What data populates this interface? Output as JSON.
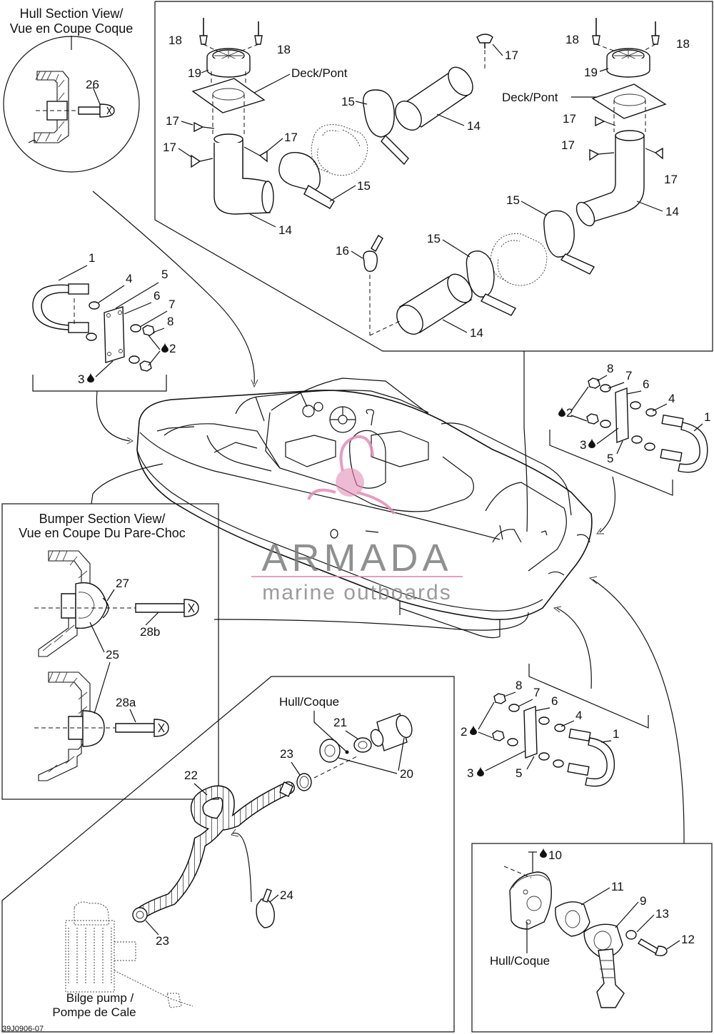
{
  "figure_code": "39J0906-07",
  "watermark": {
    "brand": "ARMADA",
    "tagline": "marine outboards",
    "color": "#e58bb6"
  },
  "views": {
    "hull_section": {
      "line1": "Hull Section View/",
      "line2": "Vue en Coupe Coque"
    },
    "bumper_section": {
      "line1": "Bumper Section View/",
      "line2": "Vue en Coupe Du Pare-Choc"
    }
  },
  "text_labels": {
    "deck_left": "Deck/Pont",
    "deck_right": "Deck/Pont",
    "hull_drain": "Hull/Coque",
    "hull_plug": "Hull/Coque",
    "bilge_line1": "Bilge pump /",
    "bilge_line2": "Pompe de Cale"
  },
  "callouts": {
    "c1a": "1",
    "c4a": "4",
    "c5a": "5",
    "c6a": "6",
    "c7a": "7",
    "c8a": "8",
    "c2a": "2",
    "c3a": "3",
    "c1b": "1",
    "c4b": "4",
    "c5b": "5",
    "c6b": "6",
    "c7b": "7",
    "c8b": "8",
    "c2b": "2",
    "c3b": "3",
    "c1c": "1",
    "c4c": "4",
    "c5c": "5",
    "c6c": "6",
    "c7c": "7",
    "c8c": "8",
    "c2c": "2",
    "c3c": "3",
    "c9": "9",
    "c10": "10",
    "c11": "11",
    "c12": "12",
    "c13": "13",
    "c14a": "14",
    "c14b": "14",
    "c14c": "14",
    "c14d": "14",
    "c15a": "15",
    "c15b": "15",
    "c15c": "15",
    "c15d": "15",
    "c16": "16",
    "c17a": "17",
    "c17b": "17",
    "c17c": "17",
    "c17d": "17",
    "c17e": "17",
    "c17f": "17",
    "c17g": "17",
    "c18a": "18",
    "c18b": "18",
    "c18c": "18",
    "c18d": "18",
    "c19a": "19",
    "c19b": "19",
    "c20": "20",
    "c21": "21",
    "c22": "22",
    "c23a": "23",
    "c23b": "23",
    "c24": "24",
    "c25": "25",
    "c26": "26",
    "c27": "27",
    "c28a": "28a",
    "c28b": "28b"
  }
}
